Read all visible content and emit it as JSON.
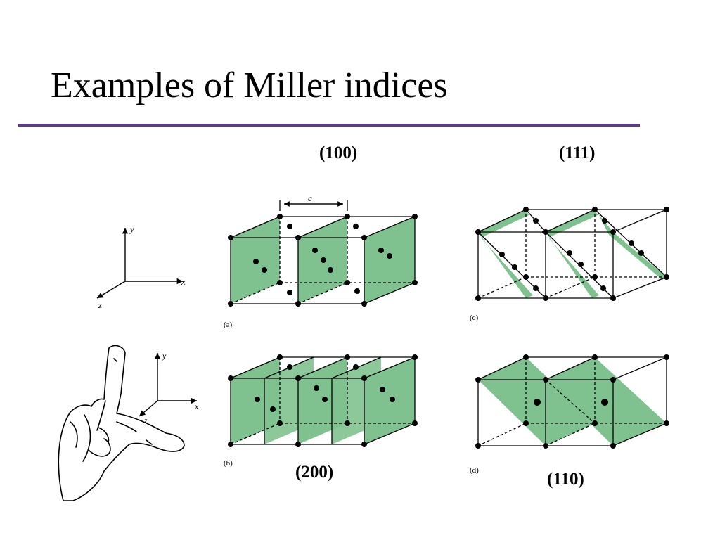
{
  "title": "Examples of Miller indices",
  "colors": {
    "rule": "#5b3a8c",
    "plane": "#7fc28f",
    "line": "#000000"
  },
  "labels": {
    "p100": "(100)",
    "p111": "(111)",
    "p200": "(200)",
    "p110": "(110)"
  },
  "panels": {
    "a": "(a)",
    "b": "(b)",
    "c": "(c)",
    "d": "(d)",
    "lattice_constant": "a"
  },
  "axes": {
    "x": "x",
    "y": "y",
    "z": "z"
  }
}
